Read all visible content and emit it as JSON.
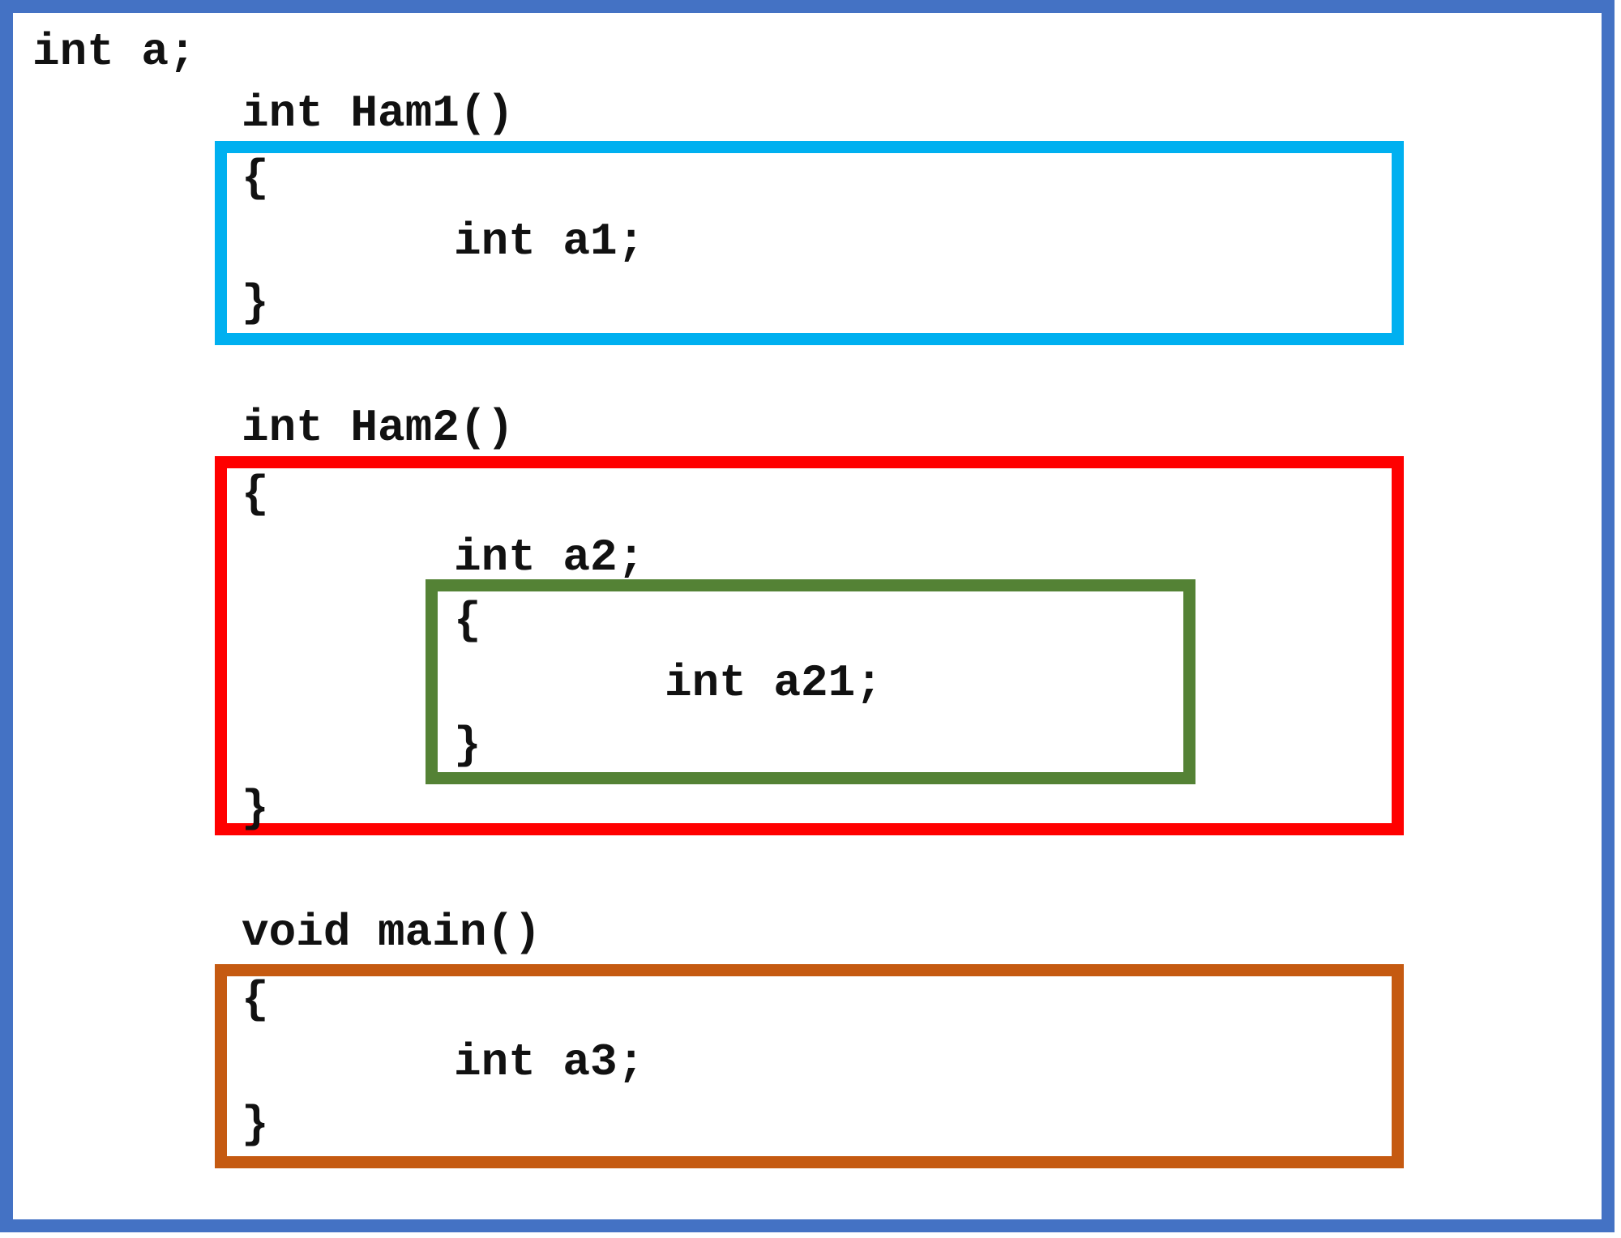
{
  "colors": {
    "outer_scope": "#4472C4",
    "ham1_scope": "#00B0F0",
    "ham2_scope": "#FF0000",
    "inner_block_scope": "#548235",
    "main_scope": "#C55A11"
  },
  "code": {
    "global_decl": "int a;",
    "ham1": {
      "signature": "int Ham1()",
      "open_brace": "{",
      "decl": "int a1;",
      "close_brace": "}"
    },
    "ham2": {
      "signature": "int Ham2()",
      "open_brace": "{",
      "decl": "int a2;",
      "inner_block": {
        "open_brace": "{",
        "decl": "int a21;",
        "close_brace": "}"
      },
      "close_brace": "}"
    },
    "main": {
      "signature": "void main()",
      "open_brace": "{",
      "decl": "int a3;",
      "close_brace": "}"
    }
  }
}
